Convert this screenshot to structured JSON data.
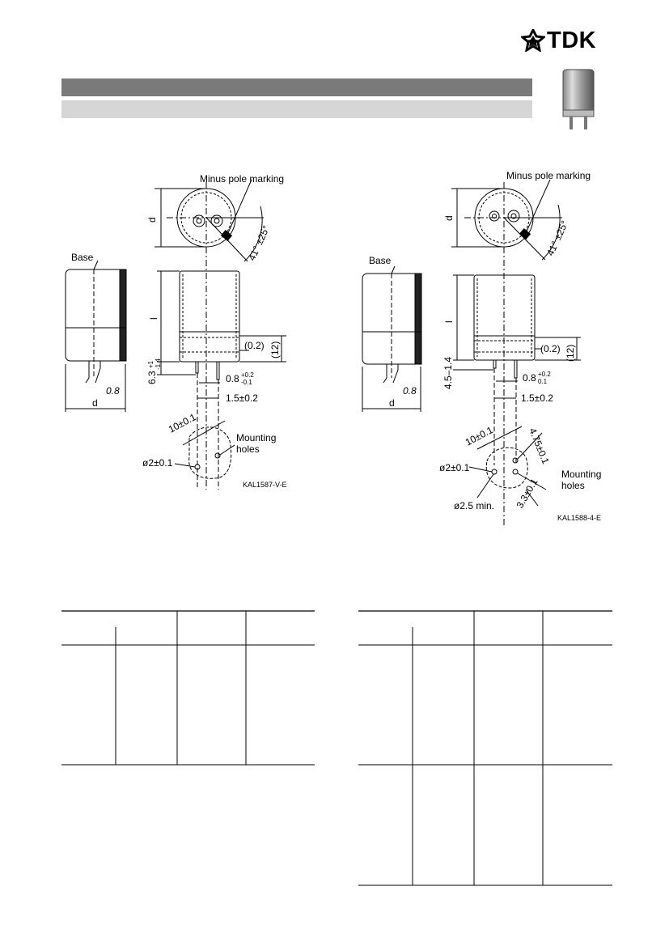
{
  "header": {
    "brand": "TDK"
  },
  "drawing_left": {
    "labels": {
      "minus_pole": "Minus pole marking",
      "d_top": "d",
      "angle": "41° ±25°",
      "base": "Base",
      "l": "l",
      "dim_0_2": "(0.2)",
      "dim_12": "(12)",
      "pin_len": "6.3",
      "pin_len_sup": "+1",
      "pin_len_sub": "-1.4",
      "pin_w": "0.8",
      "pin_w_sup": "+0.2",
      "pin_w_sub": "-0.1",
      "pitch": "1.5±0.2",
      "dim_0_8": "0.8",
      "d_bottom": "d",
      "spacing": "10±0.1",
      "hole": "ø2±0.1",
      "mounting": "Mounting",
      "holes": "holes",
      "code": "KAL1587-V-E"
    }
  },
  "drawing_right": {
    "labels": {
      "minus_pole": "Minus pole marking",
      "d_top": "d",
      "angle": "41° ±25°",
      "base": "Base",
      "l": "l",
      "dim_0_2": "(0.2)",
      "dim_12": "(12)",
      "pin_len": "4.5–1.4",
      "pin_w": "0.8",
      "pin_w_sup": "+0.2",
      "pin_w_sub": "0.1",
      "pitch": "1.5±0.2",
      "dim_0_8": "0.8",
      "d_bottom": "d",
      "spacing": "10±0.1",
      "spacing2": "4.75±0.1",
      "hole": "ø2±0.1",
      "hole_min": "ø2.5 min.",
      "spacing3": "3.3±0.1",
      "mounting": "Mounting",
      "holes": "holes",
      "code": "KAL1588-4-E"
    }
  }
}
